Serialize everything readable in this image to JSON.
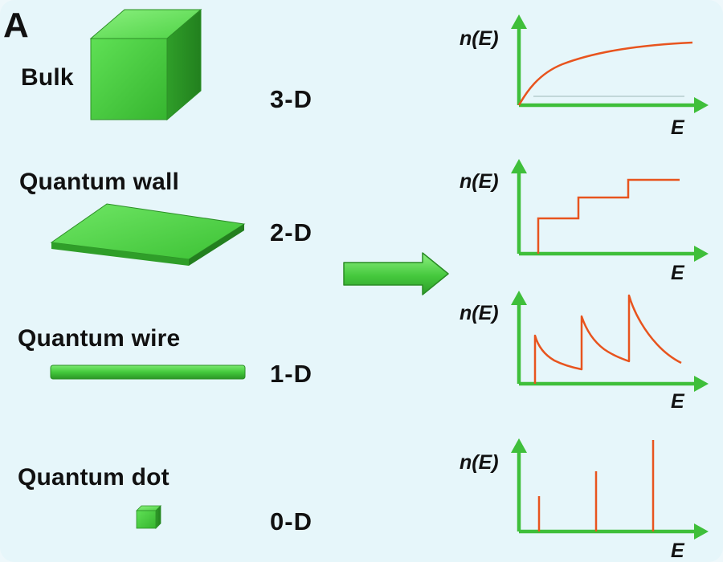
{
  "panel_letter": "A",
  "structures": [
    {
      "label": "Bulk",
      "dimension": "3-D"
    },
    {
      "label": "Quantum wall",
      "dimension": "2-D"
    },
    {
      "label": "Quantum wire",
      "dimension": "1-D"
    },
    {
      "label": "Quantum dot",
      "dimension": "0-D"
    }
  ],
  "graphs": [
    {
      "y_label": "n(E)",
      "x_label": "E",
      "shape": "continuous-sqrt"
    },
    {
      "y_label": "n(E)",
      "x_label": "E",
      "shape": "staircase"
    },
    {
      "y_label": "n(E)",
      "x_label": "E",
      "shape": "inverse-sqrt-peaks"
    },
    {
      "y_label": "n(E)",
      "x_label": "E",
      "shape": "delta-spikes"
    }
  ],
  "colors": {
    "shape_green": "#3fc63a",
    "axis_green": "#3fbf3a",
    "curve_orange": "#e8541e",
    "background": "#e6f6fa"
  }
}
